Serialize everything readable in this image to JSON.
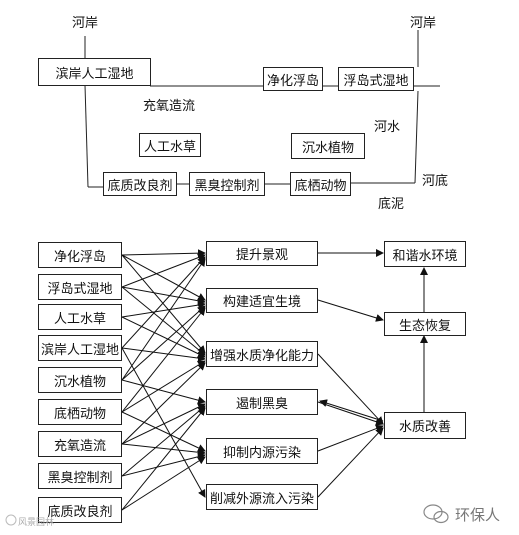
{
  "top": {
    "bank_left": "河岸",
    "bank_right": "河岸",
    "river_water": "河水",
    "river_bottom": "河底",
    "sediment": "底泥",
    "boxes": {
      "riparian_wetland": "滨岸人工湿地",
      "floating_island": "净化浮岛",
      "floating_wetland": "浮岛式湿地",
      "aeration": "充氧造流",
      "artificial_grass": "人工水草",
      "submerged_plants": "沉水植物",
      "substrate_improver": "底质改良剂",
      "odor_control": "黑臭控制剂",
      "benthic_animals": "底栖动物"
    }
  },
  "bottom": {
    "measures": [
      "净化浮岛",
      "浮岛式湿地",
      "人工水草",
      "滨岸人工湿地",
      "沉水植物",
      "底栖动物",
      "充氧造流",
      "黑臭控制剂",
      "底质改良剂"
    ],
    "effects": [
      "提升景观",
      "构建适宜生境",
      "增强水质净化能力",
      "遏制黑臭",
      "抑制内源污染",
      "削减外源流入污染"
    ],
    "outcomes": {
      "harmony": "和谐水环境",
      "eco_recovery": "生态恢复",
      "water_improve": "水质改善"
    }
  },
  "watermark": {
    "text": "环保人",
    "small": "风景园林"
  }
}
